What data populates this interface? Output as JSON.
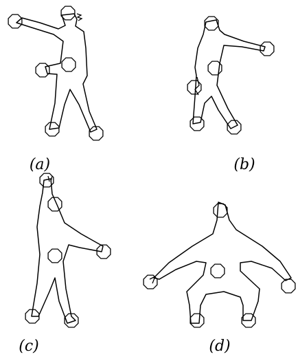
{
  "figure": {
    "panels": [
      {
        "id": "a",
        "label": "(a)"
      },
      {
        "id": "b",
        "label": "(b)"
      },
      {
        "id": "c",
        "label": "(c)"
      },
      {
        "id": "d",
        "label": "(d)"
      }
    ]
  }
}
